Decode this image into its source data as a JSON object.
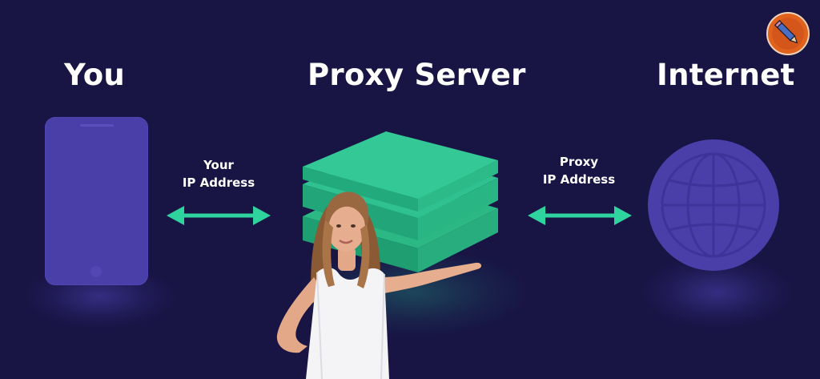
{
  "headings": {
    "you": "You",
    "proxy_server": "Proxy Server",
    "internet": "Internet"
  },
  "connections": {
    "left": {
      "line1": "Your",
      "line2": "IP Address"
    },
    "right": {
      "line1": "Proxy",
      "line2": "IP Address"
    }
  },
  "icons": {
    "device": "smartphone-icon",
    "server": "server-stack-icon",
    "network": "globe-icon",
    "logo": "pencil-logo-icon"
  },
  "colors": {
    "background": "#181444",
    "device": "#4a3fa9",
    "globe": "#4a3fa9",
    "server_top": "#2fc190",
    "server_side": "#22a679",
    "arrow": "#2fd39e",
    "text": "#ffffff",
    "logo_orange": "#e0621c"
  }
}
